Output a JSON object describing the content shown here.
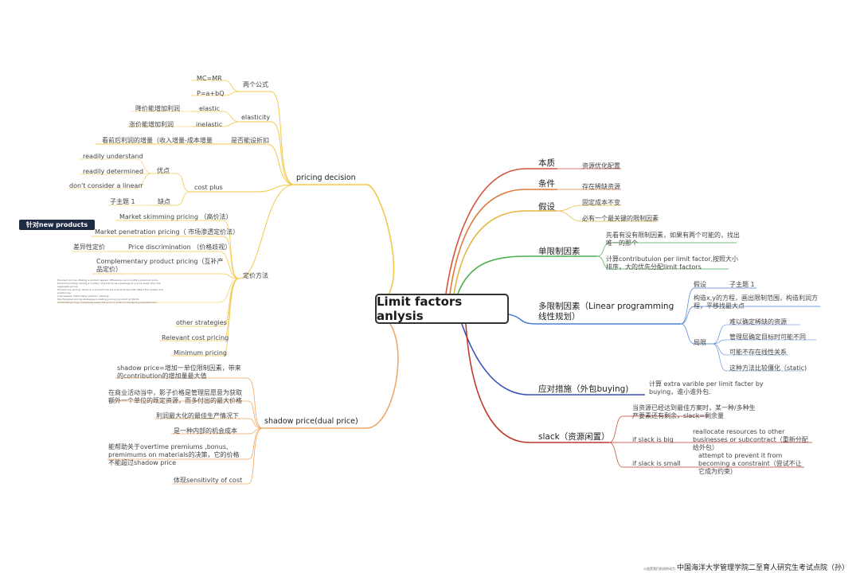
{
  "center_title": "Limit factors anlysis",
  "left": {
    "pricing_decision": {
      "label": "pricing decision",
      "two_formulas": "两个公式",
      "mc_mr": "MC=MR",
      "p_ab": "P=a+bQ",
      "elasticity": "elasticity",
      "elastic": "elastic",
      "elastic_note": "降价能增加利润",
      "inelastic": "inelastic",
      "inelastic_note": "涨价能增加利润",
      "discount_q": "是否能设折扣",
      "discount_note": "看前后利润的增量（收入增量-成本增量",
      "cost_plus": "cost plus",
      "pros": "优点",
      "pro1": "readily understand",
      "pro2": "readily determined",
      "cons": "缺点",
      "con1": "don't consider a linearr",
      "subtopic": "子主题 1",
      "new_products_tag": "针对new products",
      "skimming": "Market skimming pricing （高价法）",
      "penetration": "Market penetration pricing（ 市场渗透定价法）",
      "discrimination": "Price discrimination （价格歧视）",
      "diff_pricing": "差异性定价",
      "complementary": "Complementary product pricing（互补产品定价）",
      "pricing_methods": "定价方法",
      "other": "other strategies",
      "relevant": "Relevant cost pricing",
      "minimum": "Minimum pricing",
      "bullet_notes": [
        "Premium pricing: Making a product appear different so as to justify a premium price.",
        "Product bundling: Selling a number of products as a package at a price lower than the aggregate prices.",
        "Product line pricing: Items in a product line are sold at prices that reflect the quality and positioning.",
        "Loss leaders: Particularly useful in retailing.",
        "Psychological pricing strategies including pricing a product at $9.99.",
        "Controlled pricing: Companies lower the price in order to change buying behaviour."
      ]
    },
    "shadow_price": {
      "label": "shadow price(dual price)",
      "n1": "shadow price=增加一单位限制因素，带来的contribution的增加量最大值",
      "n2": "在商业活动当中，影子价格是管理层愿意为获取额外一个单位的既定资源，而多付出的最大价格",
      "n3": "利润最大化的最佳生产情况下",
      "n4": "是一种内部的机会成本",
      "n5": "能帮助关于overtime premiums ,bonus, premimums on materials的决策，它的价格不能超过shadow price",
      "n6": "体现sensitivity of cost"
    }
  },
  "right": {
    "essence": "本质",
    "essence_note": "资源优化配置",
    "condition": "条件",
    "condition_note": "存在稀缺资源",
    "assumption": "假设",
    "assumption_note1": "固定成本不变",
    "assumption_note2": "必有一个最关键的限制因素",
    "single": "单限制因素",
    "single_note1": "先看有没有限制因素，如果有两个可能的，找出唯一的那个",
    "single_note2": "计算contributuion per limit factor,按照大小排序，大的优先分配limit factors",
    "multi": "多限制因素（Linear programming线性规划）",
    "multi_assump": "假设",
    "multi_sub": "子主题 1",
    "multi_build": "构造x,y的方程，画出限制范围，构造利润方程，平移找最大点",
    "limits": "局限",
    "lim1": "难以确定稀缺的资源",
    "lim2": "管理层确定目标时可能不同",
    "lim3": "可能不存在线性关系",
    "lim4": "这种方法比较僵化（static)",
    "response": "应对措施（外包buying)",
    "response_note": "计算 extra varible per limit facter by buying，谁小谁外包.",
    "slack": "slack（资源闲置）",
    "slack_note": "当资源已经达到最佳方案时，某一种/多种生产要素还有剩余，slack=剩余量",
    "slack_big": "if slack is big",
    "slack_big_note": "reallocate resources to other businesses or subcontract（重新分配给外包）",
    "slack_small": "if slack is small",
    "slack_small_note": "attempt to prevent it from becoming a constraint（尝试不让它成为约束）"
  },
  "footer": {
    "small": "公益是我们前进的动力",
    "main": "中国海洋大学管理学院二至育人研究生考试点院（孙）"
  }
}
